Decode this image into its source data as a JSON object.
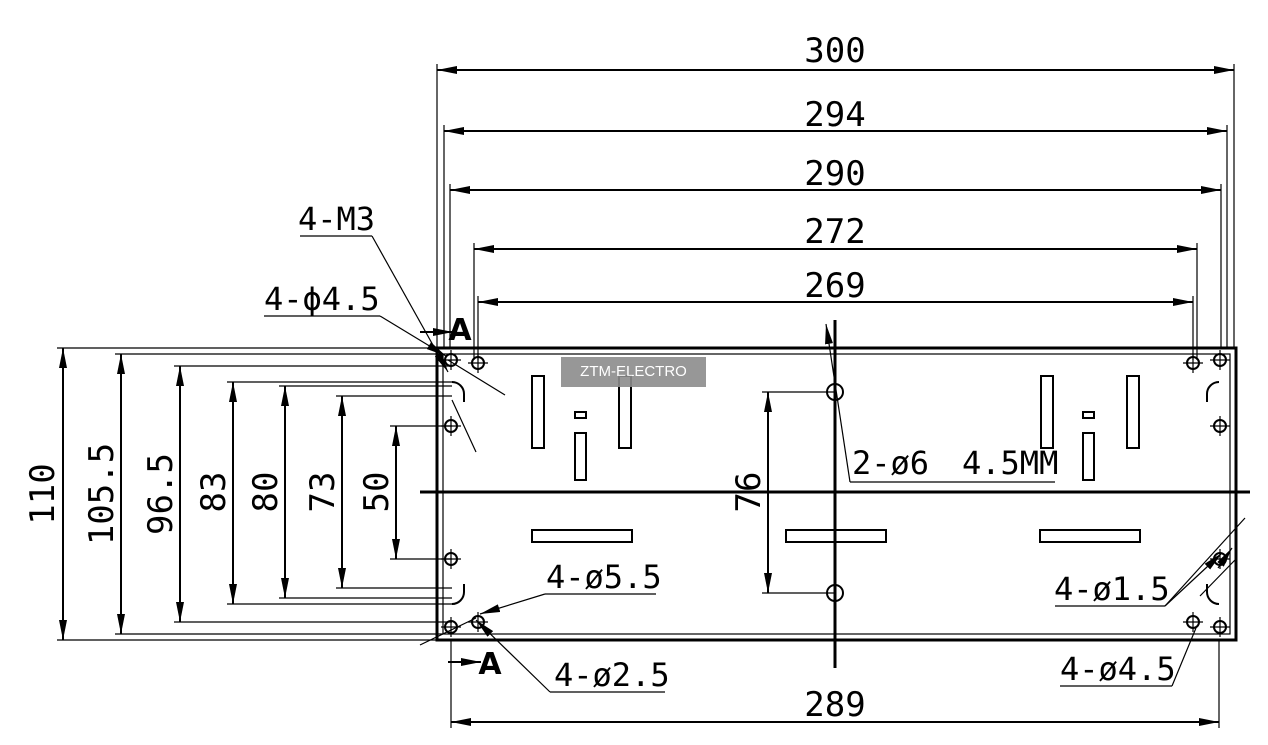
{
  "top_dimensions": [
    "300",
    "294",
    "290",
    "272",
    "269"
  ],
  "bottom_dimension": "289",
  "left_dimensions": [
    "110",
    "105.5",
    "96.5",
    "83",
    "80",
    "73",
    "50"
  ],
  "center_dimension": "76",
  "callouts": {
    "m3": "4-M3",
    "d4_5_top": "4-ϕ4.5",
    "d6": "2-ø6",
    "thickness": "4.5MM",
    "d5_5": "4-ø5.5",
    "d2_5": "4-ø2.5",
    "d1_5": "4-ø1.5",
    "d4_5_bottom": "4-ø4.5"
  },
  "section_mark": "A",
  "watermark": "ZTM-ELECTRO"
}
